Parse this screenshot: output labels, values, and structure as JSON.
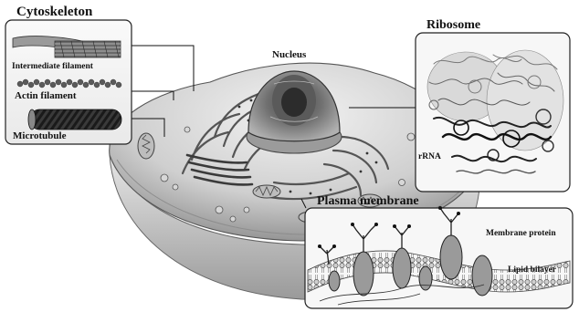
{
  "labels": {
    "cytoskeleton": "Cytoskeleton",
    "intermediate_filament": "Intermediate filament",
    "actin_filament": "Actin filament",
    "microtubule": "Microtubule",
    "nucleus": "Nucleus",
    "ribosome": "Ribosome",
    "rrna": "rRNA",
    "plasma_membrane": "Plasma membrane",
    "membrane_protein": "Membrane protein",
    "lipid_bilayer": "Lipid bilayer"
  }
}
